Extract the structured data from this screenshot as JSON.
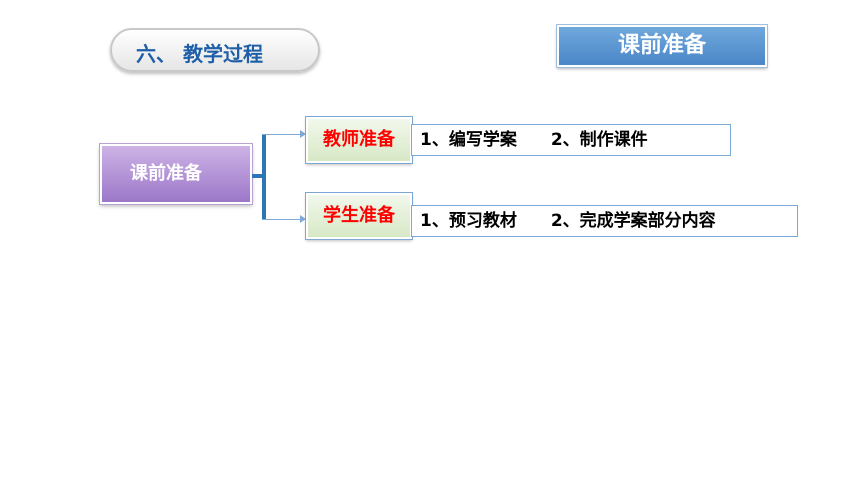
{
  "section": {
    "heading": "六、 教学过程"
  },
  "title": "课前准备",
  "root": {
    "label": "课前准备"
  },
  "branches": [
    {
      "label": "教师准备",
      "label_color": "#ff0000",
      "items": [
        "1、编写学案",
        "2、制作课件"
      ]
    },
    {
      "label": "学生准备",
      "label_color": "#ff0000",
      "items": [
        "1、预习教材",
        "2、完成学案部分内容"
      ]
    }
  ],
  "colors": {
    "accent_blue": "#2f75b5",
    "root_purple": "#9c77c9",
    "title_blue": "#4a86c8"
  }
}
